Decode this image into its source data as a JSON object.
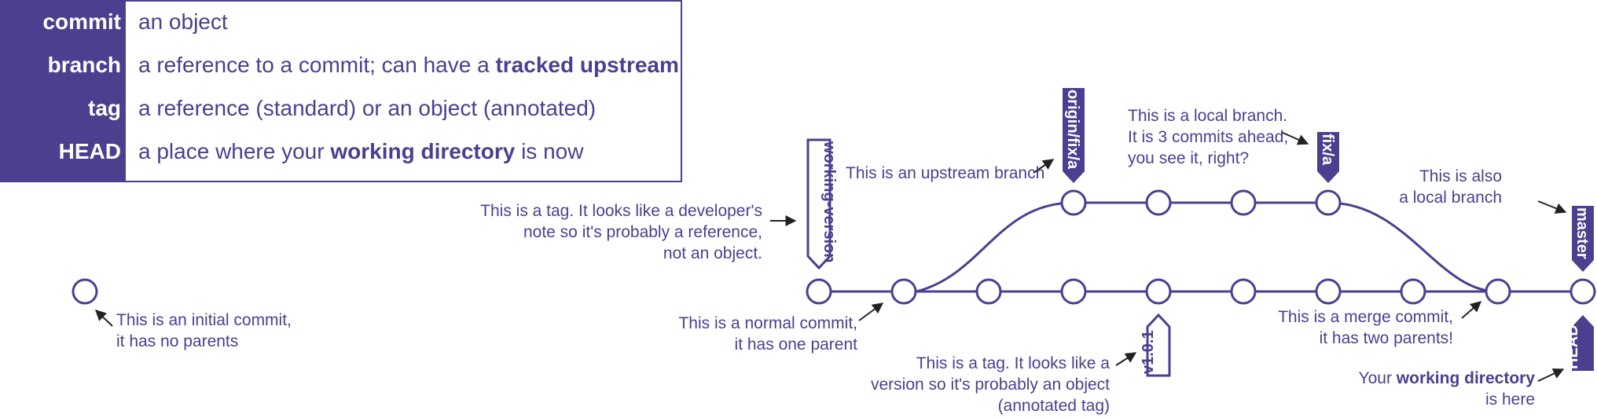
{
  "legend": {
    "rows": [
      {
        "term": "commit",
        "def": "an object"
      },
      {
        "term": "branch",
        "def_pre": "a reference to a commit; can have a ",
        "def_bold": "tracked upstream",
        "def_post": ""
      },
      {
        "term": "tag",
        "def": "a reference (standard) or an object (annotated)"
      },
      {
        "term": "HEAD",
        "def_pre": "a place where your ",
        "def_bold": "working directory",
        "def_post": " is now"
      }
    ]
  },
  "labels": {
    "working_version": "working-version",
    "origin_fix_a": "origin/fix/a",
    "fix_a": "fix/a",
    "master": "master",
    "v101": "v1.0.1",
    "head": "HEAD"
  },
  "annotations": {
    "initial": [
      "This is an initial commit,",
      "it has no parents"
    ],
    "normal": [
      "This is a normal commit,",
      "it has one parent"
    ],
    "tag_ref": [
      "This is a tag. It looks like a developer's",
      "note so it's probably a reference,",
      "not an object."
    ],
    "upstream": [
      "This is an upstream branch"
    ],
    "local": [
      "This is a local branch.",
      "It is 3 commits ahead,",
      "you see it, right?"
    ],
    "also_local": [
      "This is also",
      "a local branch"
    ],
    "merge": [
      "This is a merge commit,",
      "it has two parents!"
    ],
    "tag_obj": [
      "This is a tag. It looks like a",
      "version so it's probably an object",
      "(annotated tag)"
    ],
    "workdir_pre": "Your ",
    "workdir_bold": "working directory",
    "workdir_line2": "is here"
  },
  "colors": {
    "primary": "#4b3f8f",
    "background": "#ffffff"
  }
}
